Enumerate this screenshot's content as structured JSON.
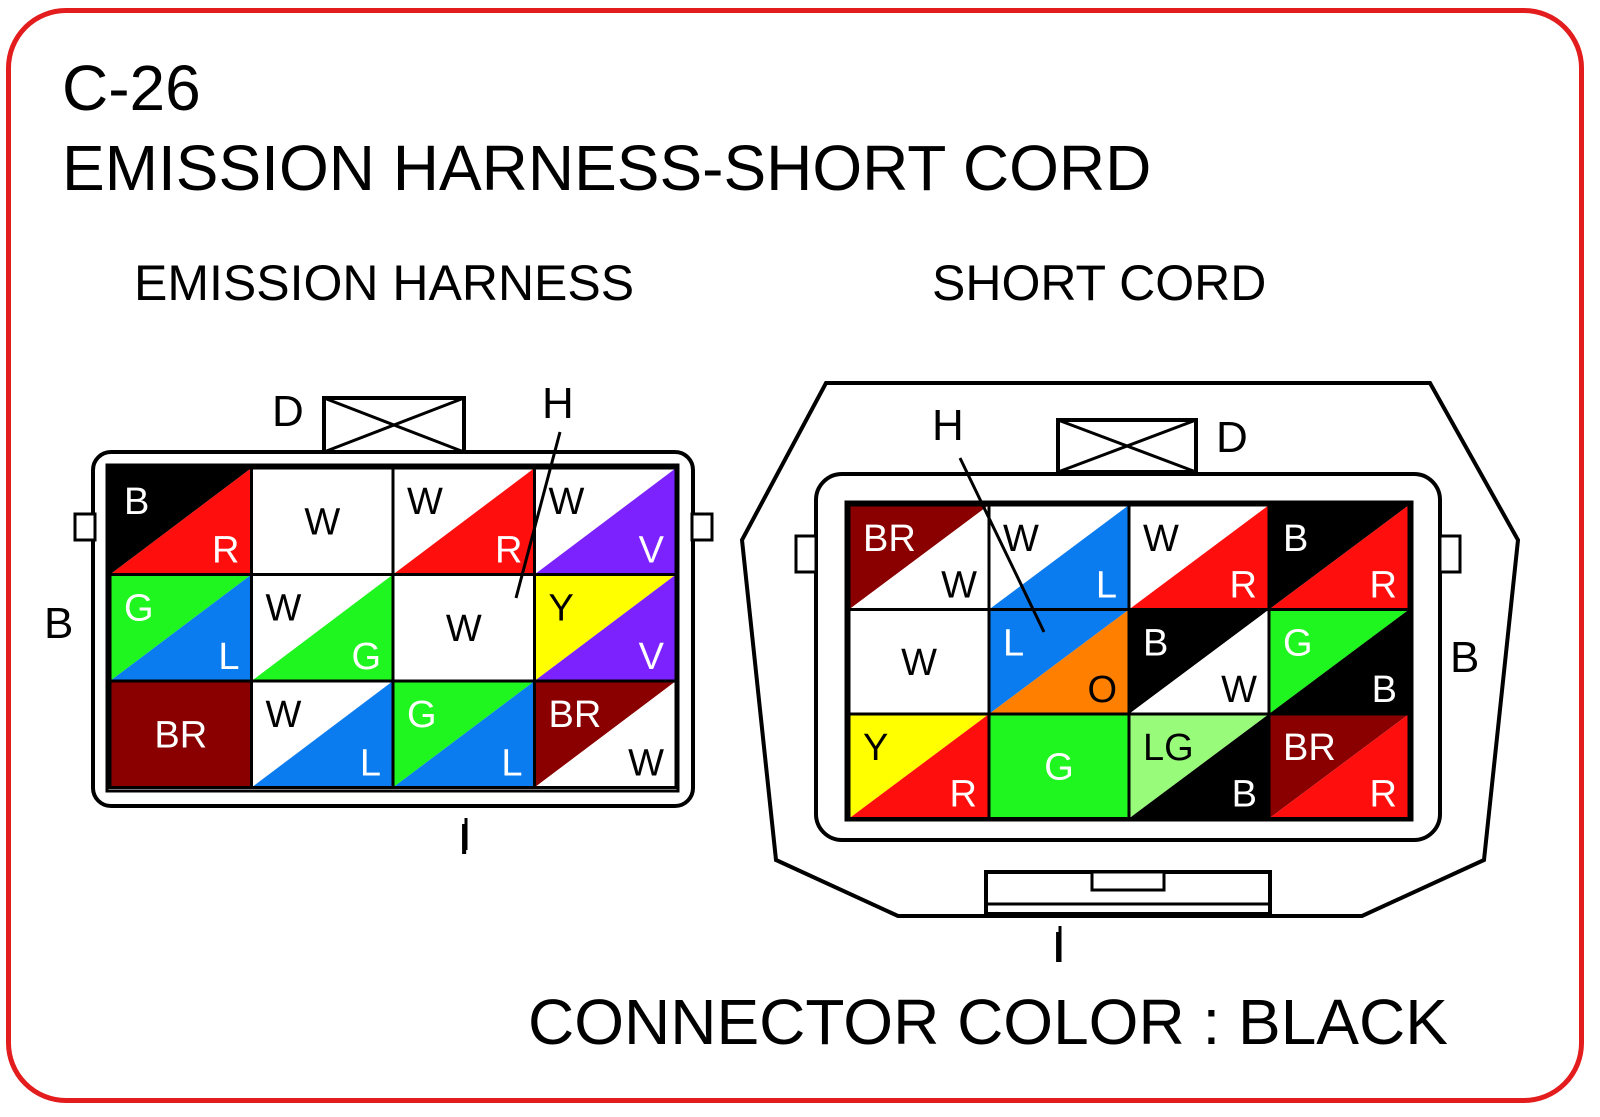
{
  "connector_id": "C-26",
  "title": "EMISSION HARNESS-SHORT CORD",
  "footer": "CONNECTOR COLOR : BLACK",
  "colors": {
    "frame": "#e31d1d",
    "B": "#000000",
    "R": "#ff0e0e",
    "W": "#ffffff",
    "V": "#7b22ff",
    "G": "#1ff51f",
    "L": "#0b7cf0",
    "Y": "#ffff00",
    "BR": "#8a0000",
    "O": "#ff8000",
    "LG": "#98fb7a"
  },
  "left_connector": {
    "label": "EMISSION HARNESS",
    "markers": {
      "d": "D",
      "h": "H",
      "b": "B",
      "i": "I"
    },
    "rows": [
      [
        {
          "a": "B",
          "b": "R"
        },
        {
          "a": "W"
        },
        {
          "a": "W",
          "b": "R"
        },
        {
          "a": "W",
          "b": "V"
        }
      ],
      [
        {
          "a": "G",
          "b": "L"
        },
        {
          "a": "W",
          "b": "G"
        },
        {
          "a": "W"
        },
        {
          "a": "Y",
          "b": "V"
        }
      ],
      [
        {
          "a": "BR"
        },
        {
          "a": "W",
          "b": "L"
        },
        {
          "a": "G",
          "b": "L"
        },
        {
          "a": "BR",
          "b": "W"
        }
      ]
    ]
  },
  "right_connector": {
    "label": "SHORT CORD",
    "markers": {
      "d": "D",
      "h": "H",
      "b": "B",
      "i": "I"
    },
    "rows": [
      [
        {
          "a": "BR",
          "b": "W"
        },
        {
          "a": "W",
          "b": "L"
        },
        {
          "a": "W",
          "b": "R"
        },
        {
          "a": "B",
          "b": "R"
        }
      ],
      [
        {
          "a": "W"
        },
        {
          "a": "L",
          "b": "O"
        },
        {
          "a": "B",
          "b": "W"
        },
        {
          "a": "G",
          "b": "B"
        }
      ],
      [
        {
          "a": "Y",
          "b": "R"
        },
        {
          "a": "G"
        },
        {
          "a": "LG",
          "b": "B"
        },
        {
          "a": "BR",
          "b": "R"
        }
      ]
    ]
  }
}
